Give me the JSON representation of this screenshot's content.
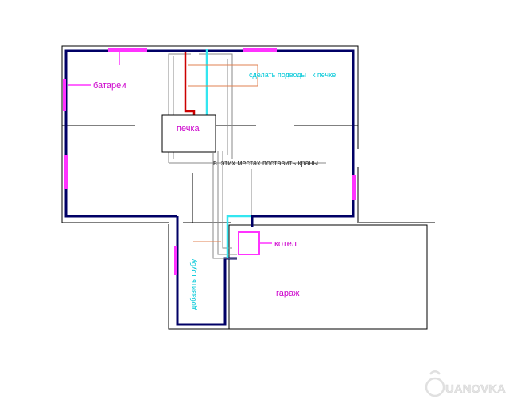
{
  "labels": {
    "radiators": "батареи",
    "connections": "сделать подводы   к печке",
    "stove": "печка",
    "valves": "в  этих местах поставить краны",
    "boiler": "котел",
    "garage": "гараж",
    "add_pipe": "добавить трубу"
  },
  "watermark": "UANOVKA",
  "colors": {
    "wall": "#000000",
    "heating_pipe": "#000066",
    "radiator": "#ff33ff",
    "hot_pipe": "#cc0000",
    "cold_pipe": "#33e6f0",
    "gray_pipe": "#888888",
    "leader": "#e08050",
    "magenta_text": "#cc00cc",
    "cyan_text": "#00c8d8"
  }
}
